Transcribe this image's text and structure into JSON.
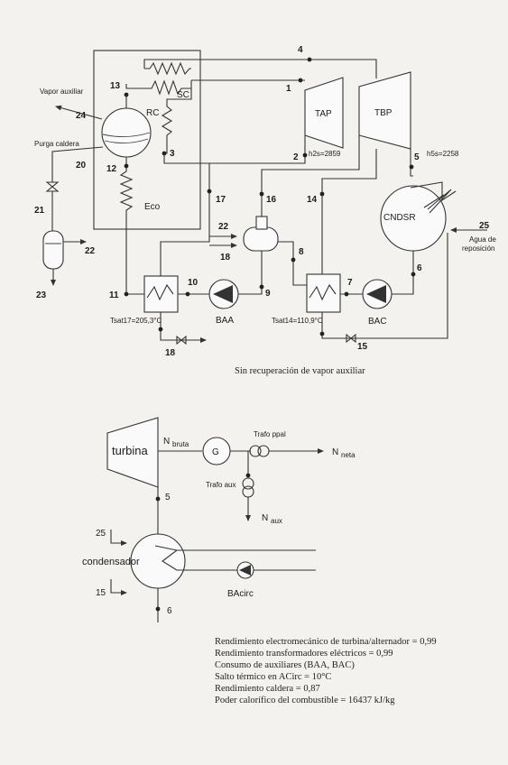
{
  "diagram": {
    "title": "Sin recuperación de vapor auxiliar",
    "components": {
      "rc": "RC",
      "sc": "SC",
      "eco": "Eco",
      "tap": "TAP",
      "tbp": "TBP",
      "cndsr": "CNDSR",
      "baa": "BAA",
      "bac": "BAC"
    },
    "labels": {
      "vapor_auxiliar": "Vapor auxiliar",
      "purga_caldera": "Purga caldera",
      "agua_reposicion_1": "Agua de",
      "agua_reposicion_2": "reposición",
      "h2s": "h2s=2859",
      "h5s": "h5s=2258",
      "tsat17": "Tsat17=205,3°C",
      "tsat14": "Tsat14=110,9°C"
    },
    "points": {
      "p1": "1",
      "p2": "2",
      "p3": "3",
      "p4": "4",
      "p5": "5",
      "p6": "6",
      "p7": "7",
      "p8": "8",
      "p9": "9",
      "p10": "10",
      "p11": "11",
      "p12": "12",
      "p13": "13",
      "p14": "14",
      "p15": "15",
      "p16": "16",
      "p17": "17",
      "p18a": "18",
      "p18b": "18",
      "p20": "20",
      "p21": "21",
      "p22a": "22",
      "p22b": "22",
      "p23": "23",
      "p24": "24",
      "p25": "25"
    }
  },
  "schematic": {
    "turbina": "turbina",
    "g": "G",
    "n": "N",
    "bruta": "bruta",
    "neta": "neta",
    "aux": "aux",
    "trafo_ppal": "Trafo ppal",
    "trafo_aux": "Trafo aux",
    "condensador": "condensador",
    "bacirc": "BAcirc",
    "p5": "5",
    "p6": "6",
    "p15": "15",
    "p25": "25"
  },
  "notes": [
    "Rendimiento electromecánico de turbina/alternador = 0,99",
    "Rendimiento transformadores eléctricos = 0,99",
    "Consumo de auxiliares (BAA, BAC)",
    "Salto térmico en ACirc = 10°C",
    "Rendimiento caldera = 0,87",
    "Poder calorífico del combustible = 16437 kJ/kg"
  ]
}
